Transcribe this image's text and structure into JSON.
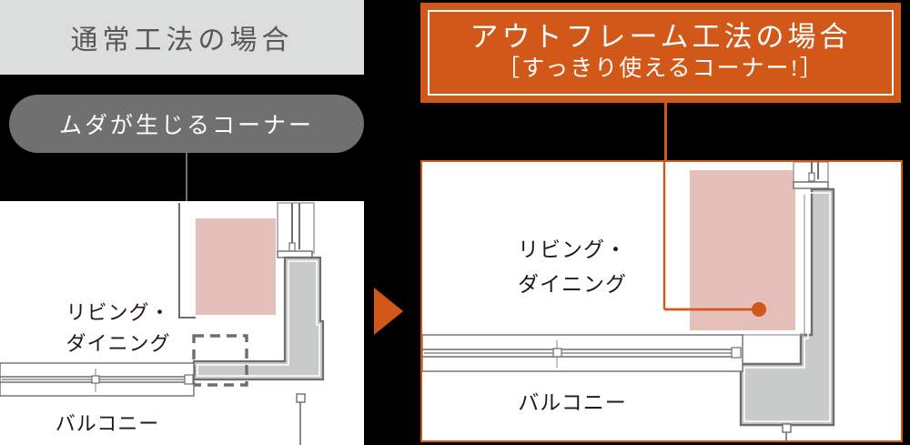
{
  "left": {
    "header_label": "通常工法の場合",
    "callout_label": "ムダが生じるコーナー",
    "plan": {
      "room_label_line1": "リビング・",
      "room_label_line2": "ダイニング",
      "balcony_label": "バルコニー",
      "wasted_corner_marker": "dashed-square"
    }
  },
  "right": {
    "header_title": "アウトフレーム工法の場合",
    "header_subtitle": "［すっきり使えるコーナー!］",
    "plan": {
      "room_label_line1": "リビング・",
      "room_label_line2": "ダイニング",
      "balcony_label": "バルコニー",
      "usable_corner_marker": "orange-dot"
    }
  },
  "arrow": {
    "label": "comparison-arrow"
  },
  "colors": {
    "accent_orange": "#d2581a",
    "header_gray": "#dcdddd",
    "pill_gray": "#717071",
    "structure_gray": "#c9caca",
    "structure_outline": "#6e6e6e",
    "room_pink": "#e5c0ba",
    "text_gray": "#595757",
    "plan_white": "#ffffff"
  }
}
